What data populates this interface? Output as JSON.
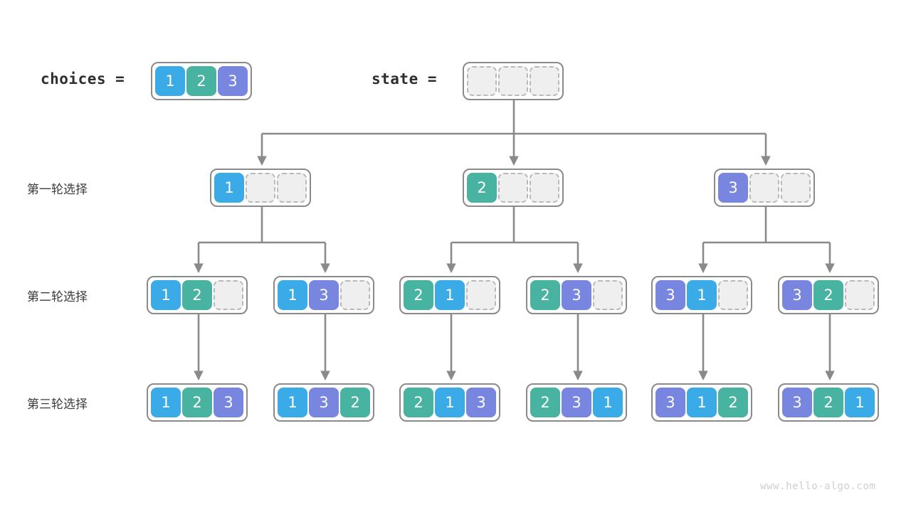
{
  "page": {
    "watermark": "www.hello-algo.com",
    "background": "#ffffff"
  },
  "palette": {
    "value_1": "#3babe8",
    "value_2": "#47b3a0",
    "value_3": "#7986e0",
    "empty_fill": "#efefef",
    "empty_border": "#b9b9b9",
    "node_border": "#8a8a8a",
    "wire": "#8a8a8a",
    "text_dark": "#2e2e2e",
    "watermark_color": "#cfcfcf"
  },
  "header": {
    "choices_label": "choices =",
    "choices_values": [
      "1",
      "2",
      "3"
    ],
    "state_label": "state =",
    "state_values": [
      "",
      "",
      ""
    ]
  },
  "row_labels": [
    "第一轮选择",
    "第二轮选择",
    "第三轮选择"
  ],
  "levels": {
    "level1": [
      {
        "cells": [
          "1",
          "",
          ""
        ]
      },
      {
        "cells": [
          "2",
          "",
          ""
        ]
      },
      {
        "cells": [
          "3",
          "",
          ""
        ]
      }
    ],
    "level2": [
      {
        "cells": [
          "1",
          "2",
          ""
        ]
      },
      {
        "cells": [
          "1",
          "3",
          ""
        ]
      },
      {
        "cells": [
          "2",
          "1",
          ""
        ]
      },
      {
        "cells": [
          "2",
          "3",
          ""
        ]
      },
      {
        "cells": [
          "3",
          "1",
          ""
        ]
      },
      {
        "cells": [
          "3",
          "2",
          ""
        ]
      }
    ],
    "level3": [
      {
        "cells": [
          "1",
          "2",
          "3"
        ]
      },
      {
        "cells": [
          "1",
          "3",
          "2"
        ]
      },
      {
        "cells": [
          "2",
          "1",
          "3"
        ]
      },
      {
        "cells": [
          "2",
          "3",
          "1"
        ]
      },
      {
        "cells": [
          "3",
          "1",
          "2"
        ]
      },
      {
        "cells": [
          "3",
          "2",
          "1"
        ]
      }
    ]
  },
  "tree_meta": {
    "type": "permutation-backtracking-tree",
    "root_state": "empty",
    "branching_factor_level1": 3,
    "branching_factor_level2": 2,
    "branching_factor_level3": 1,
    "total_leaves": 6
  }
}
